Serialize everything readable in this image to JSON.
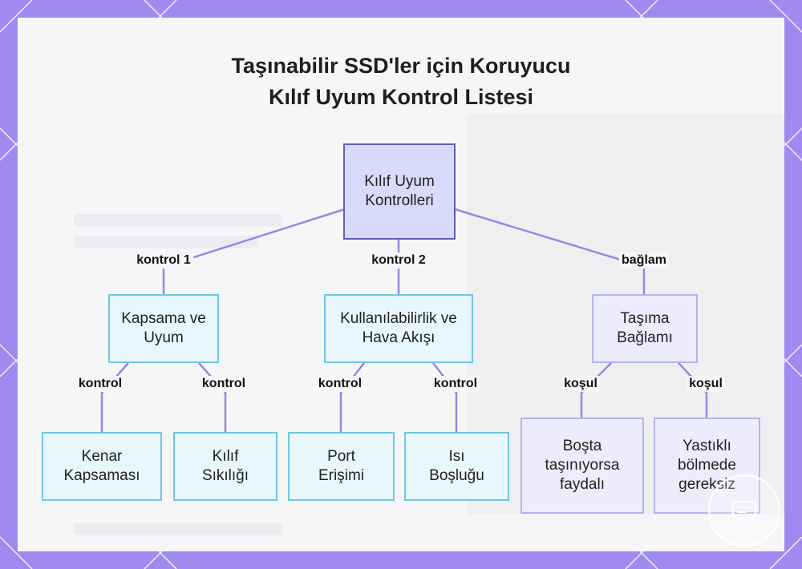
{
  "title": {
    "line1": "Taşınabilir SSD'ler için Koruyucu",
    "line2": "Kılıf Uyum Kontrol Listesi"
  },
  "nodes": {
    "root": "Kılıf Uyum Kontrolleri",
    "coverage": "Kapsama ve Uyum",
    "usability": "Kullanılabilirlik ve Hava Akışı",
    "context": "Taşıma Bağlamı",
    "edge_coverage": "Kenar Kapsaması",
    "case_tightness": "Kılıf Sıkılığı",
    "port_access": "Port Erişimi",
    "heat_gap": "Isı Boşluğu",
    "loose_carry": "Boşta taşınıyorsa faydalı",
    "padded_compartment": "Yastıklı bölmede gereksiz"
  },
  "edge_labels": {
    "check1": "kontrol 1",
    "check2": "kontrol 2",
    "context": "bağlam",
    "coverage_a": "kontrol",
    "coverage_b": "kontrol",
    "usability_a": "kontrol",
    "usability_b": "kontrol",
    "condition_a": "koşul",
    "condition_b": "koşul"
  },
  "colors": {
    "frame": "#a08af0",
    "edge": "#9b85e0",
    "root_fill": "#d9dafb",
    "root_border": "#5f60b8",
    "check_fill": "#e7f7fd",
    "check_border": "#6fc7e2",
    "context_fill": "#ececfd",
    "context_border": "#b3b4ee"
  }
}
